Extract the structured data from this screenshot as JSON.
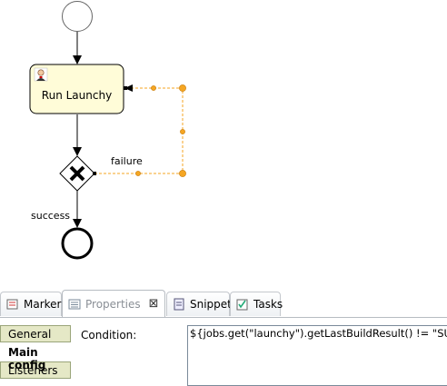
{
  "diagram": {
    "task_label": "Run Launchy",
    "flow_failure_label": "failure",
    "flow_success_label": "success",
    "task_icon": "jenkins-butler-icon",
    "gateway_icon": "x-mark-icon",
    "selection_color": "#f5a623"
  },
  "tabs": [
    {
      "label": "Markers",
      "icon": "markers-icon"
    },
    {
      "label": "Properties",
      "icon": "properties-icon",
      "active": true
    },
    {
      "label": "Snippets",
      "icon": "snippets-icon"
    },
    {
      "label": "Tasks",
      "icon": "tasks-icon"
    }
  ],
  "properties": {
    "sections": [
      "General",
      "Main config",
      "Listeners"
    ],
    "active_section": "Main config",
    "condition_label": "Condition:",
    "condition_value": "${jobs.get(\"launchy\").getLastBuildResult() != \"SUCCESS\"}"
  }
}
